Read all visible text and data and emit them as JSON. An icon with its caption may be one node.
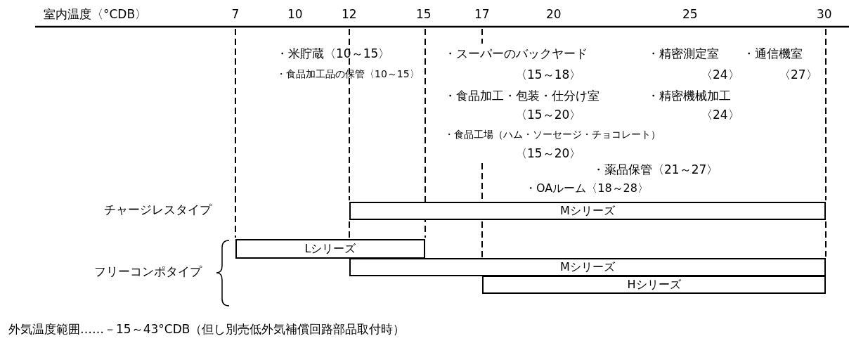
{
  "diagram": {
    "nodes": [
      {
        "text": [
          "Mシリーズ"
        ]
      },
      {
        "text": [
          "Lシリーズ"
        ]
      },
      {
        "text": [
          "Mシリーズ"
        ]
      },
      {
        "text": [
          "Hシリーズ"
        ]
      }
    ],
    "labels": [
      "室内温度〈°CDB〉",
      "7",
      "10",
      "12",
      "15",
      "17",
      "20",
      "25",
      "30",
      "・米貯蔵〈10～15〉",
      "・スーパーのバックヤード",
      "・精密測定室",
      "・通信機室",
      "・食品加工品の保管〈10～15〉",
      "〈15～18〉",
      "〈24〉",
      "〈27〉",
      "・食品加工・包装・仕分け室",
      "・精密機械加工",
      "〈15～20〉",
      "〈24〉",
      "・食品工場（ハム・ソーセージ・チョコレート）",
      "〈15～20〉",
      "・薬品保管〈21～27〉",
      "・OAルーム〈18～28〉",
      "チャージレスタイプ",
      "フリーコンポタイプ",
      "外気温度範囲……－15～43°CDB（但し別売低外気補償回路部品取付時）"
    ]
  }
}
